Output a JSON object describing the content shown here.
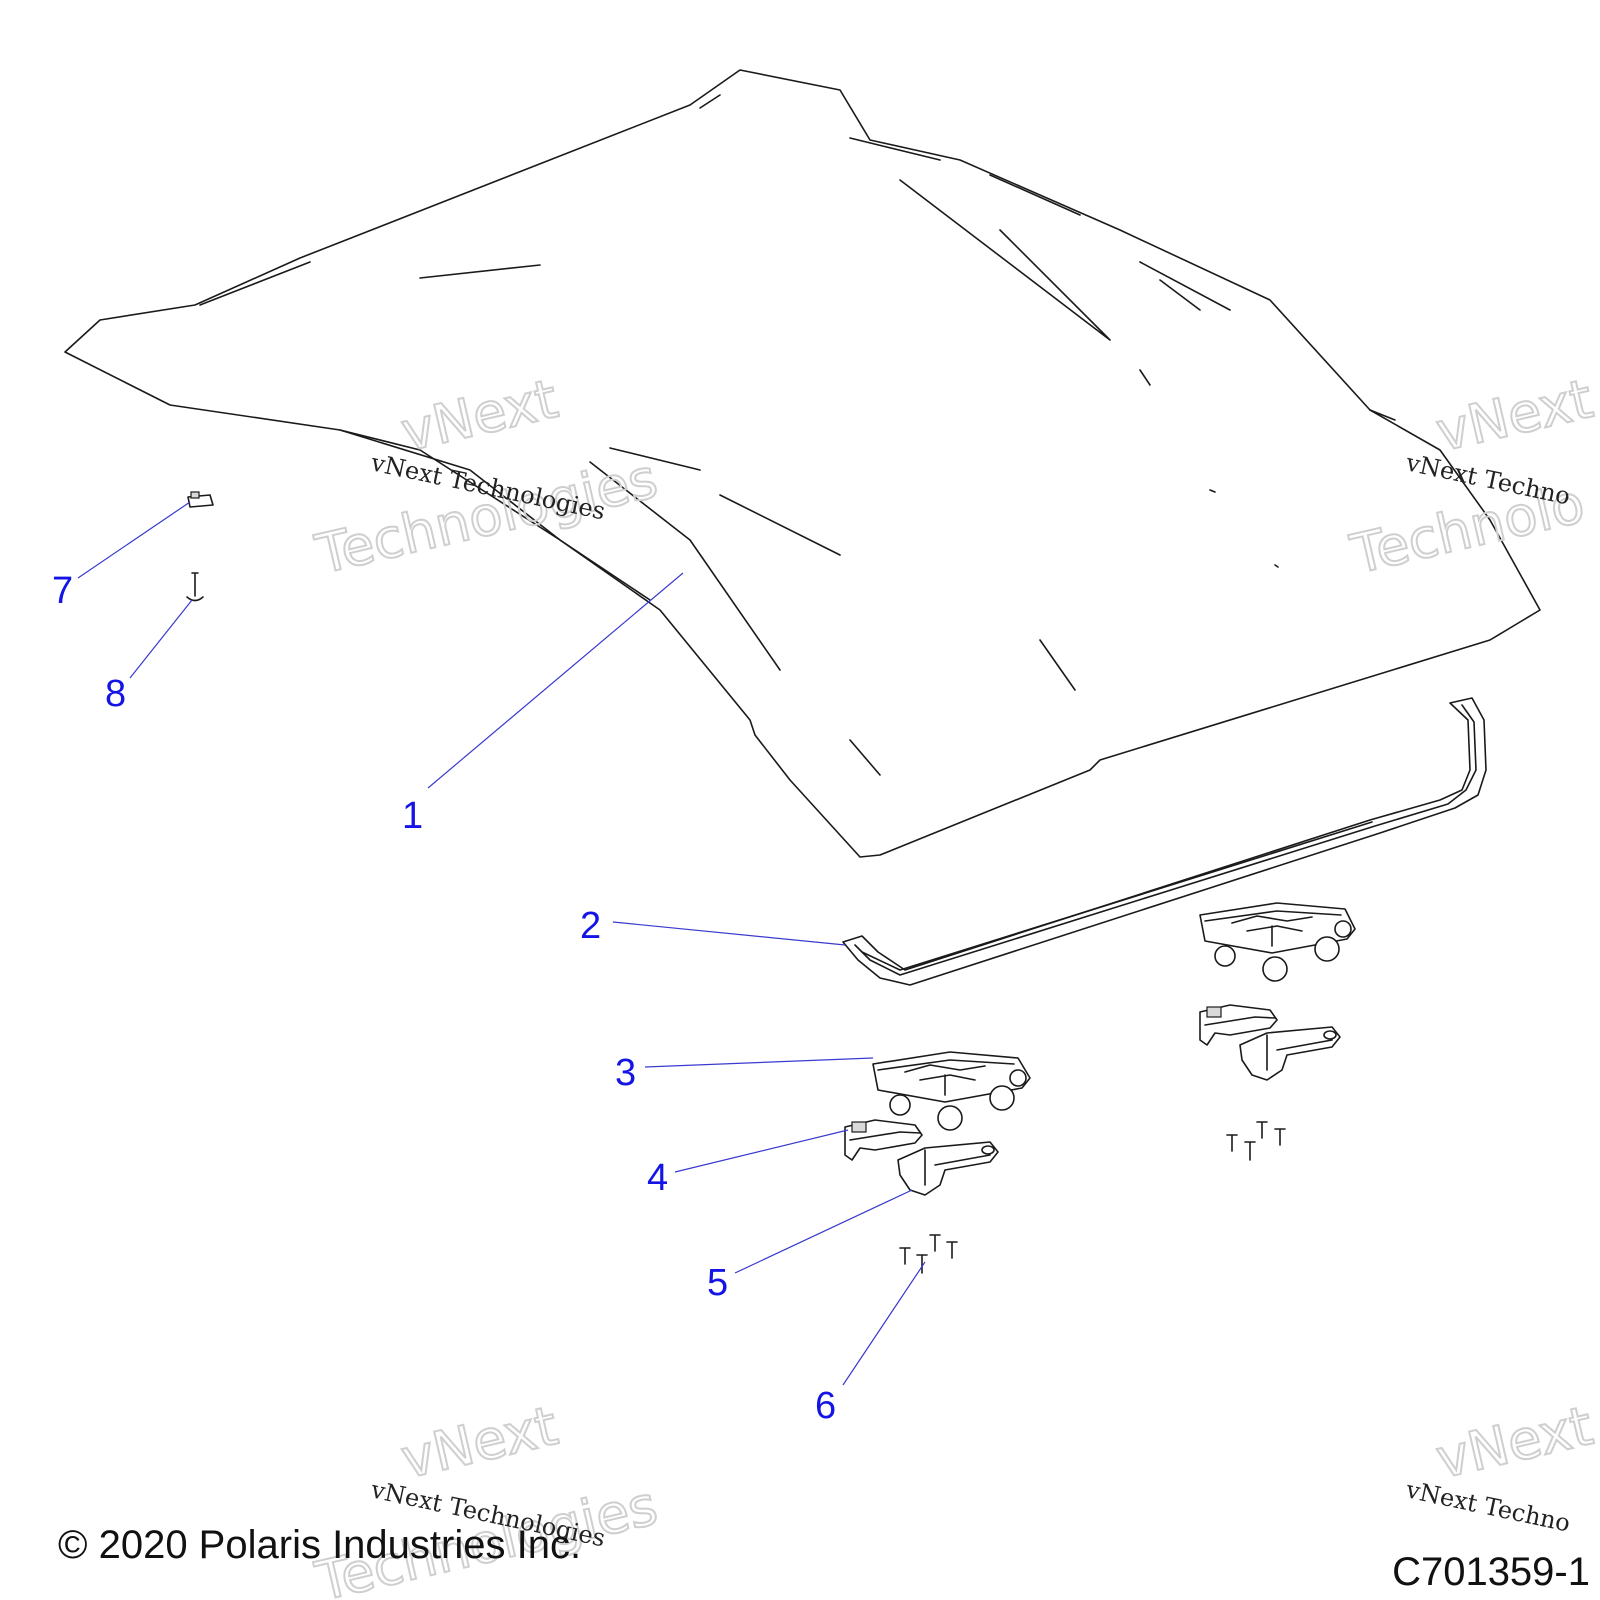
{
  "callouts": [
    "1",
    "2",
    "3",
    "4",
    "5",
    "6",
    "7",
    "8"
  ],
  "watermark": {
    "line1": "vNext Technologies",
    "big_a": "vNext",
    "big_b": "Technologies",
    "right_line1": "vNext Techno",
    "right_big_a": "vNext",
    "right_big_b": "Technolo"
  },
  "footer": {
    "copyright": "© 2020 Polaris Industries Inc.",
    "figure_code": "C701359-1"
  },
  "colors": {
    "callout": "#1414e6",
    "leader": "#3a3ad0",
    "line": "#1a1a1a"
  }
}
